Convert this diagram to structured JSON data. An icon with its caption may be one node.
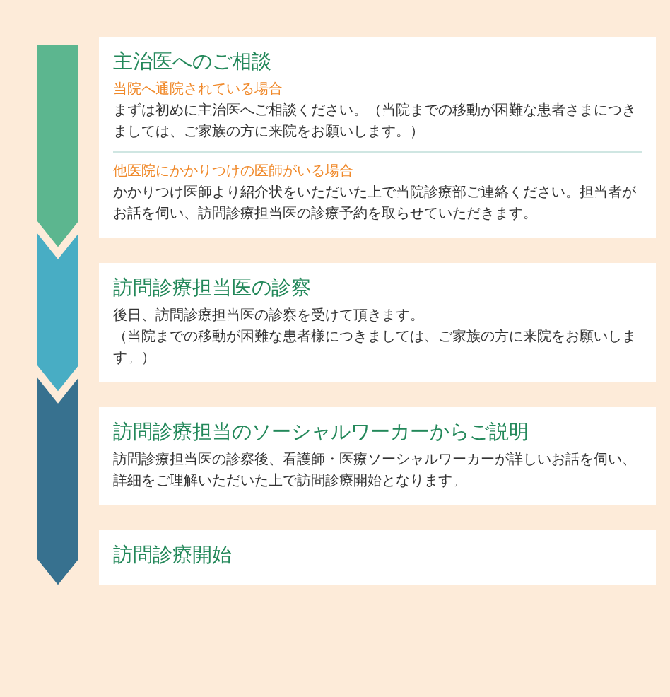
{
  "diagram": {
    "nodes": [
      {
        "text": [
          "主治医へのご相談",
          "当院へ通院されている場合",
          "まずは初めに主治医へご相談ください。（当院までの移動が困難な患者さまにつきましては、ご家族の方に来院をお願いします。）",
          "他医院にかかりつけの医師がいる場合",
          "かかりつけ医師より紹介状をいただいた上で当院診療部ご連絡ください。担当者がお話を伺い、訪問診療担当医の診療予約を取らせていただきます。"
        ]
      },
      {
        "text": [
          "訪問診療担当医の診察",
          "後日、訪問診療担当医の診察を受けて頂きます。",
          "（当院までの移動が困難な患者様につきましては、ご家族の方に来院をお願いします。）"
        ]
      },
      {
        "text": [
          "訪問診療担当のソーシャルワーカーからご説明",
          "訪問診療担当医の診察後、看護師・医療ソーシャルワーカーが詳しいお話を伺い、詳細をご理解いただいた上で訪問診療開始となります。"
        ]
      },
      {
        "text": [
          "訪問診療開始"
        ]
      }
    ]
  }
}
